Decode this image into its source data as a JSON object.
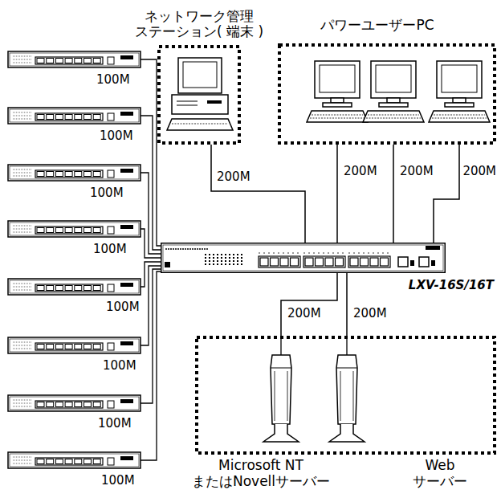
{
  "diagram": {
    "nodes": [
      {
        "text": [
          "ネットワーク管理 ステーション( 端末 )"
        ]
      },
      {
        "text": [
          "パワーユーザーPC"
        ]
      },
      {
        "text": [
          "LXV-16S/16T"
        ]
      },
      {
        "text": [
          "Microsoft NT またはNovellサーバー",
          "Web サーバー"
        ]
      }
    ],
    "edges": [
      {
        "from": 0,
        "to": 2,
        "arrow": "none",
        "label": "200M"
      },
      {
        "from": 1,
        "to": 2,
        "arrow": "none",
        "label": "200M"
      },
      {
        "from": 1,
        "to": 2,
        "arrow": "none",
        "label": "200M"
      },
      {
        "from": 1,
        "to": 2,
        "arrow": "none",
        "label": "200M"
      },
      {
        "from": 2,
        "to": 3,
        "arrow": "none",
        "label": "200M"
      },
      {
        "from": 2,
        "to": 3,
        "arrow": "none",
        "label": "200M"
      }
    ],
    "labels": [
      "100M",
      "100M",
      "100M",
      "100M",
      "100M",
      "100M",
      "100M",
      "100M"
    ]
  }
}
